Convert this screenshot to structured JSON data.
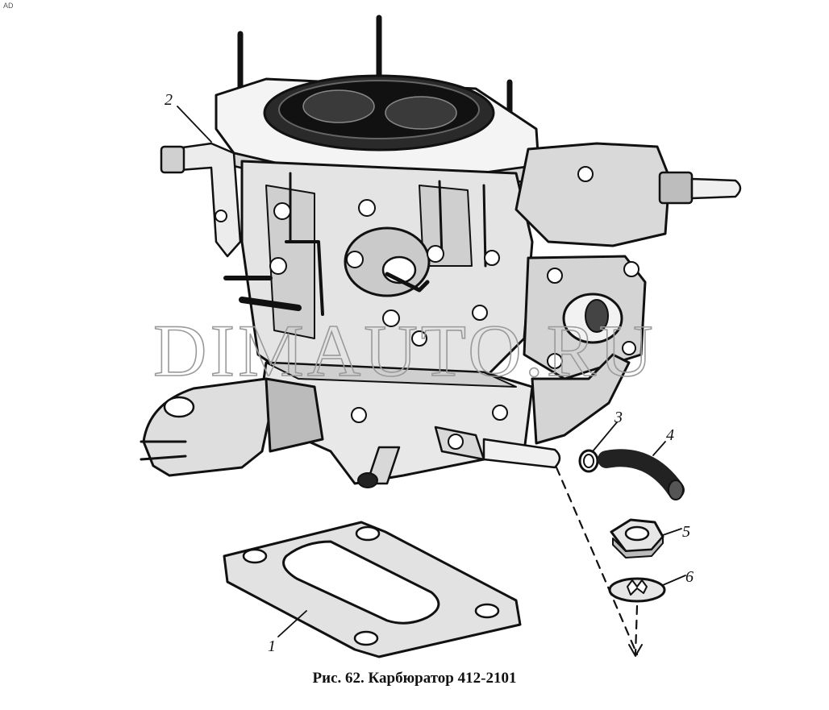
{
  "corner_mark": "AD",
  "caption": "Рис. 62. Карбюратор 412-2101",
  "watermark": "DIMAUTO.RU",
  "callouts": [
    "1",
    "2",
    "3",
    "4",
    "5",
    "6"
  ],
  "colors": {
    "ink": "#111111",
    "paper": "#ffffff",
    "watermark": "#9a9a9a"
  }
}
